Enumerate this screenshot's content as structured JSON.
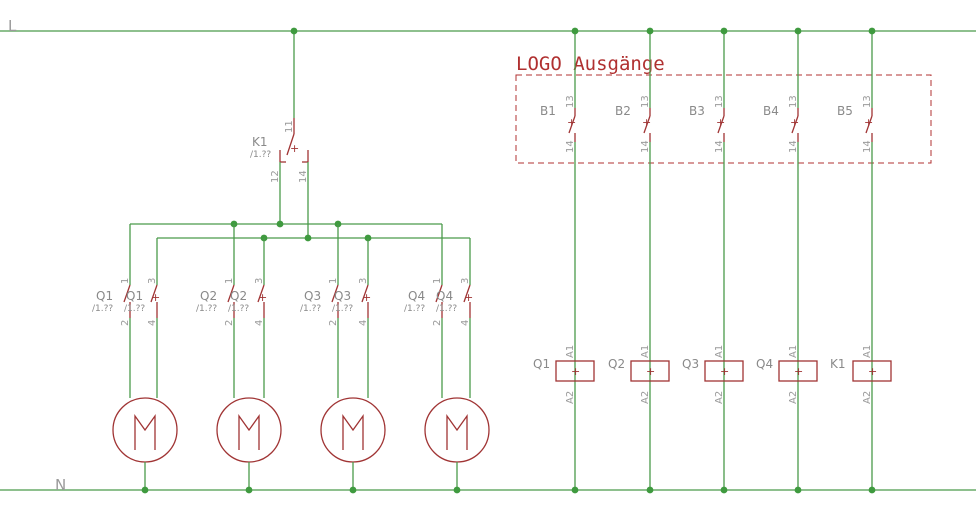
{
  "rails": {
    "top": "L",
    "bottom": "N"
  },
  "logo_box": {
    "title": "LOGO Ausgänge"
  },
  "colors": {
    "wire": "#4a9a4a",
    "junction": "#3f9a3f",
    "symbol": "#a03434",
    "label": "#8a8a8a"
  },
  "relay_k1": {
    "name": "K1",
    "ref": "/1.??",
    "pin_common": "11",
    "pin_nc": "12",
    "pin_no": "14"
  },
  "logo_outputs": [
    {
      "name": "B1",
      "pin_top": "13",
      "pin_bottom": "14"
    },
    {
      "name": "B2",
      "pin_top": "13",
      "pin_bottom": "14"
    },
    {
      "name": "B3",
      "pin_top": "13",
      "pin_bottom": "14"
    },
    {
      "name": "B4",
      "pin_top": "13",
      "pin_bottom": "14"
    },
    {
      "name": "B5",
      "pin_top": "13",
      "pin_bottom": "14"
    }
  ],
  "coils": [
    {
      "name": "Q1",
      "pin_top": "A1",
      "pin_bottom": "A2",
      "mark": "+"
    },
    {
      "name": "Q2",
      "pin_top": "A1",
      "pin_bottom": "A2",
      "mark": "+"
    },
    {
      "name": "Q3",
      "pin_top": "A1",
      "pin_bottom": "A2",
      "mark": "+"
    },
    {
      "name": "Q4",
      "pin_top": "A1",
      "pin_bottom": "A2",
      "mark": "+"
    },
    {
      "name": "K1",
      "pin_top": "A1",
      "pin_bottom": "A2",
      "mark": "+"
    }
  ],
  "contactor_contacts": [
    {
      "name_a": "Q1",
      "name_b": "Q1",
      "ref_a": "/1.??",
      "ref_b": "/1.??",
      "pins": [
        "1",
        "2",
        "3",
        "4"
      ]
    },
    {
      "name_a": "Q2",
      "name_b": "Q2",
      "ref_a": "/1.??",
      "ref_b": "/1.??",
      "pins": [
        "1",
        "2",
        "3",
        "4"
      ]
    },
    {
      "name_a": "Q3",
      "name_b": "Q3",
      "ref_a": "/1.??",
      "ref_b": "/1.??",
      "pins": [
        "1",
        "2",
        "3",
        "4"
      ]
    },
    {
      "name_a": "Q4",
      "name_b": "Q4",
      "ref_a": "/1.??",
      "ref_b": "/1.??",
      "pins": [
        "1",
        "2",
        "3",
        "4"
      ]
    }
  ],
  "motors": [
    {
      "symbol": "M"
    },
    {
      "symbol": "M"
    },
    {
      "symbol": "M"
    },
    {
      "symbol": "M"
    }
  ]
}
